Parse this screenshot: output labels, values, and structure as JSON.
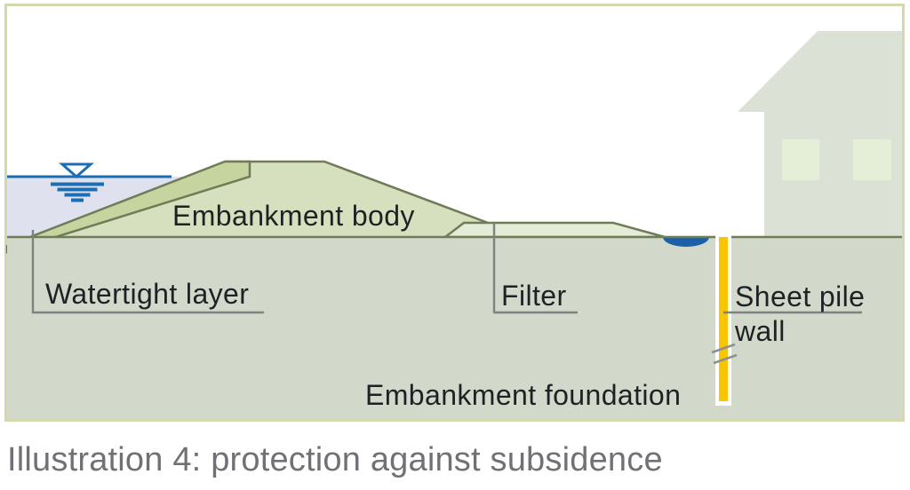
{
  "figure": {
    "labels": {
      "embankment_body": "Embankment body",
      "watertight_layer": "Watertight layer",
      "filter": "Filter",
      "sheet_pile_line1": "Sheet pile",
      "sheet_pile_line2": "wall",
      "embankment_foundation": "Embankment foundation"
    },
    "caption": "Illustration 4: protection against subsidence",
    "colors": {
      "frame_border": "#d5d7ac",
      "background": "#ffffff",
      "embankment_body_fill": "#d6e0bf",
      "watertight_layer_fill": "#c6d49f",
      "filter_fill": "#e4ebd7",
      "foundation_fill": "#d2d8ca",
      "water_fill": "#dfe1ee",
      "water_line_blue": "#1d6db3",
      "puddle_blue": "#1c60aa",
      "sheet_pile_yellow": "#f9c501",
      "house_fill": "#dce1d6",
      "window_fill": "#e5efd7",
      "outline_olive": "#6f7c57",
      "leader_gray": "#7d837e",
      "break_mark_gray": "#8d9091",
      "label_text": "#1f2124",
      "caption_text": "#707175"
    }
  }
}
